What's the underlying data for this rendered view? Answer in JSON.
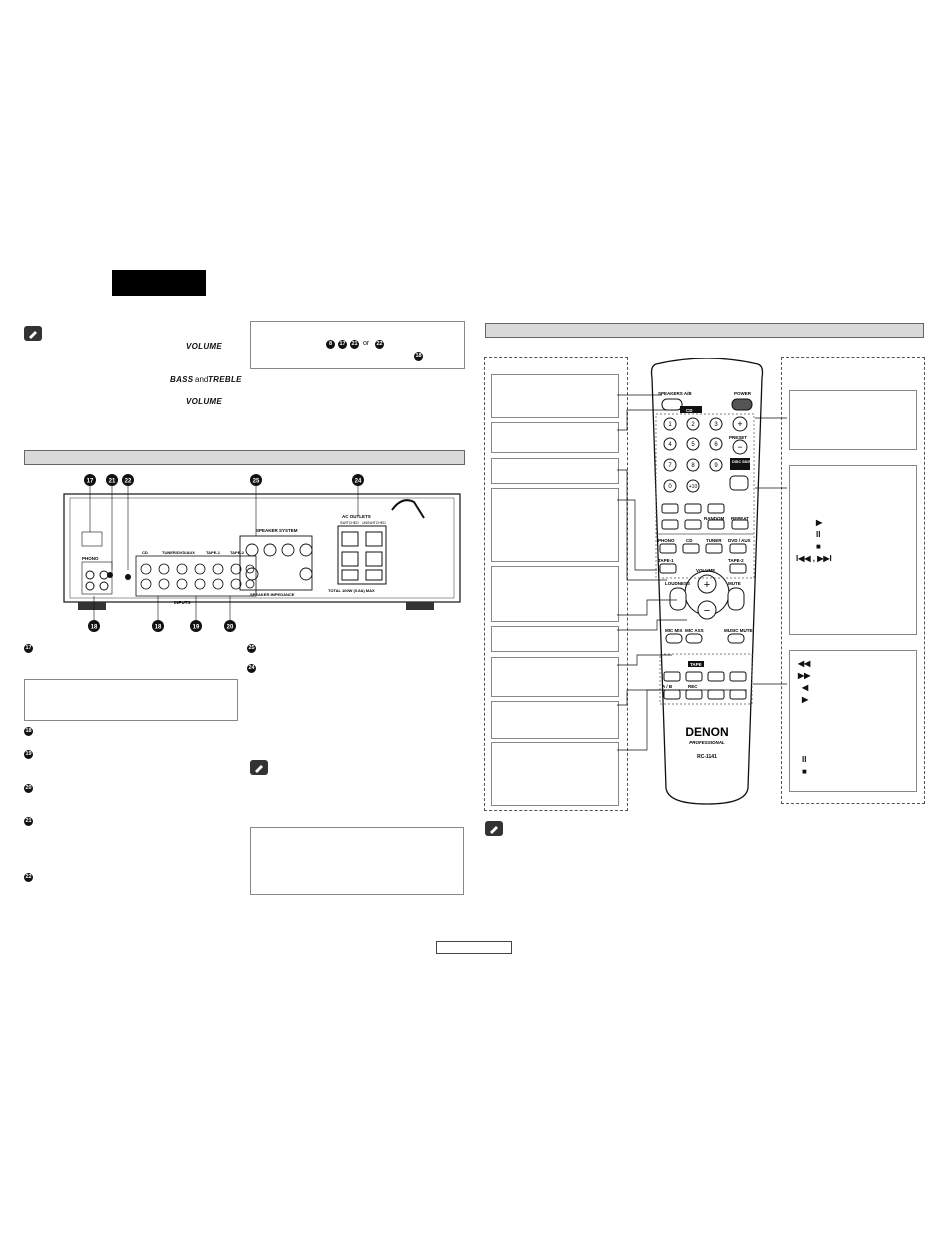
{
  "left": {
    "note_words": {
      "volume_1": "VOLUME",
      "bass": "BASS",
      "and": "and",
      "treble": "TREBLE",
      "volume_2": "VOLUME"
    },
    "callout_refs": [
      "8",
      "17",
      "21",
      "22",
      "18"
    ],
    "callout_or": "or",
    "panel_numbers_top": [
      "17",
      "21",
      "22",
      "25",
      "24"
    ],
    "panel_numbers_bottom": [
      "18",
      "18",
      "19",
      "20"
    ],
    "panel_labels": {
      "phono": "PHONO",
      "cd": "CD",
      "tuner_dvd": "TUNER/DVD/AUX",
      "tape1": "TAPE-1",
      "tape2": "TAPE-2",
      "inputs": "INPUTS",
      "speaker_system": "SPEAKER SYSTEM",
      "speaker_impedance": "SPEAKER IMPEDANCE",
      "ac_outlets": "AC OUTLETS",
      "switched": "SWITCHED",
      "unswitched": "UNSWITCHED",
      "total": "TOTAL 100W (0.8A) MAX"
    },
    "item_numbers": [
      "17",
      "18",
      "19",
      "20",
      "21",
      "22"
    ],
    "item_numbers_right": [
      "25",
      "24"
    ]
  },
  "right": {
    "remote": {
      "speakers_ab": "SPEAKERS A/B",
      "power": "POWER",
      "cd": "CD",
      "preset": "PRESET",
      "disc_skip": "DISC SKIP",
      "digits": [
        "1",
        "2",
        "3",
        "4",
        "5",
        "6",
        "7",
        "8",
        "9",
        "0",
        "+10"
      ],
      "random": "RANDOM",
      "repeat": "REPEAT",
      "phono": "PHONO",
      "cd_btn": "CD",
      "tuner": "TUNER",
      "dvd_aux": "DVD / AUX",
      "tape1": "TAPE-1",
      "tape2": "TAPE-2",
      "volume": "VOLUME",
      "loudness": "LOUDNESS",
      "mute": "MUTE",
      "mic_mix": "MIC MIX",
      "mic_ass": "MIC ASS",
      "music_mute": "MUSIC MUTE",
      "tape": "TAPE",
      "ab": "A / B",
      "rec": "REC",
      "brand": "DENON",
      "brand_sub": "PROFESSIONAL",
      "model": "RC-1141"
    },
    "cd_key_marks": [
      "▶",
      "II",
      "■",
      "I◀◀ , ▶▶I"
    ],
    "tape_key_marks": [
      "◀◀",
      "▶▶",
      "◀",
      "▶",
      "II",
      "■"
    ]
  },
  "colors": {
    "bar": "#d9d9d9",
    "ink": "#111111"
  }
}
